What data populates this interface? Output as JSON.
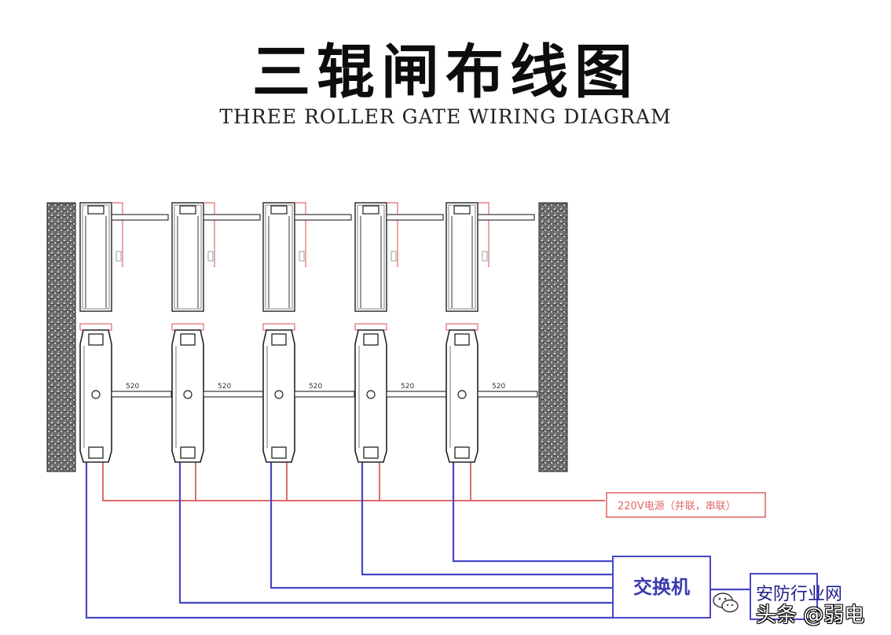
{
  "title": "三辊闸布线图",
  "subtitle": "THREE ROLLER GATE WIRING DIAGRAM",
  "gates": [
    {
      "top_label": "",
      "bottom_label": "",
      "top_dim": "",
      "arm_label": "520"
    },
    {
      "top_label": "",
      "bottom_label": "",
      "top_dim": "",
      "arm_label": "520"
    },
    {
      "top_label": "",
      "bottom_label": "",
      "top_dim": "",
      "arm_label": "520"
    },
    {
      "top_label": "",
      "bottom_label": "",
      "top_dim": "",
      "arm_label": "520"
    },
    {
      "top_label": "",
      "bottom_label": "",
      "top_dim": "",
      "arm_label": "520"
    }
  ],
  "wall_label": "",
  "power_label": "220V电源（并联，串联）",
  "switch_label": "交换机",
  "server_label": "",
  "colors": {
    "power_wire": "#e06a6a",
    "network_wire": "#4646c8",
    "gate_outline": "#222222",
    "wall_fill": "#555555"
  },
  "watermark": {
    "line1": "安防行业网",
    "line2": "头条 @弱电",
    "icon": "wechat-icon"
  }
}
